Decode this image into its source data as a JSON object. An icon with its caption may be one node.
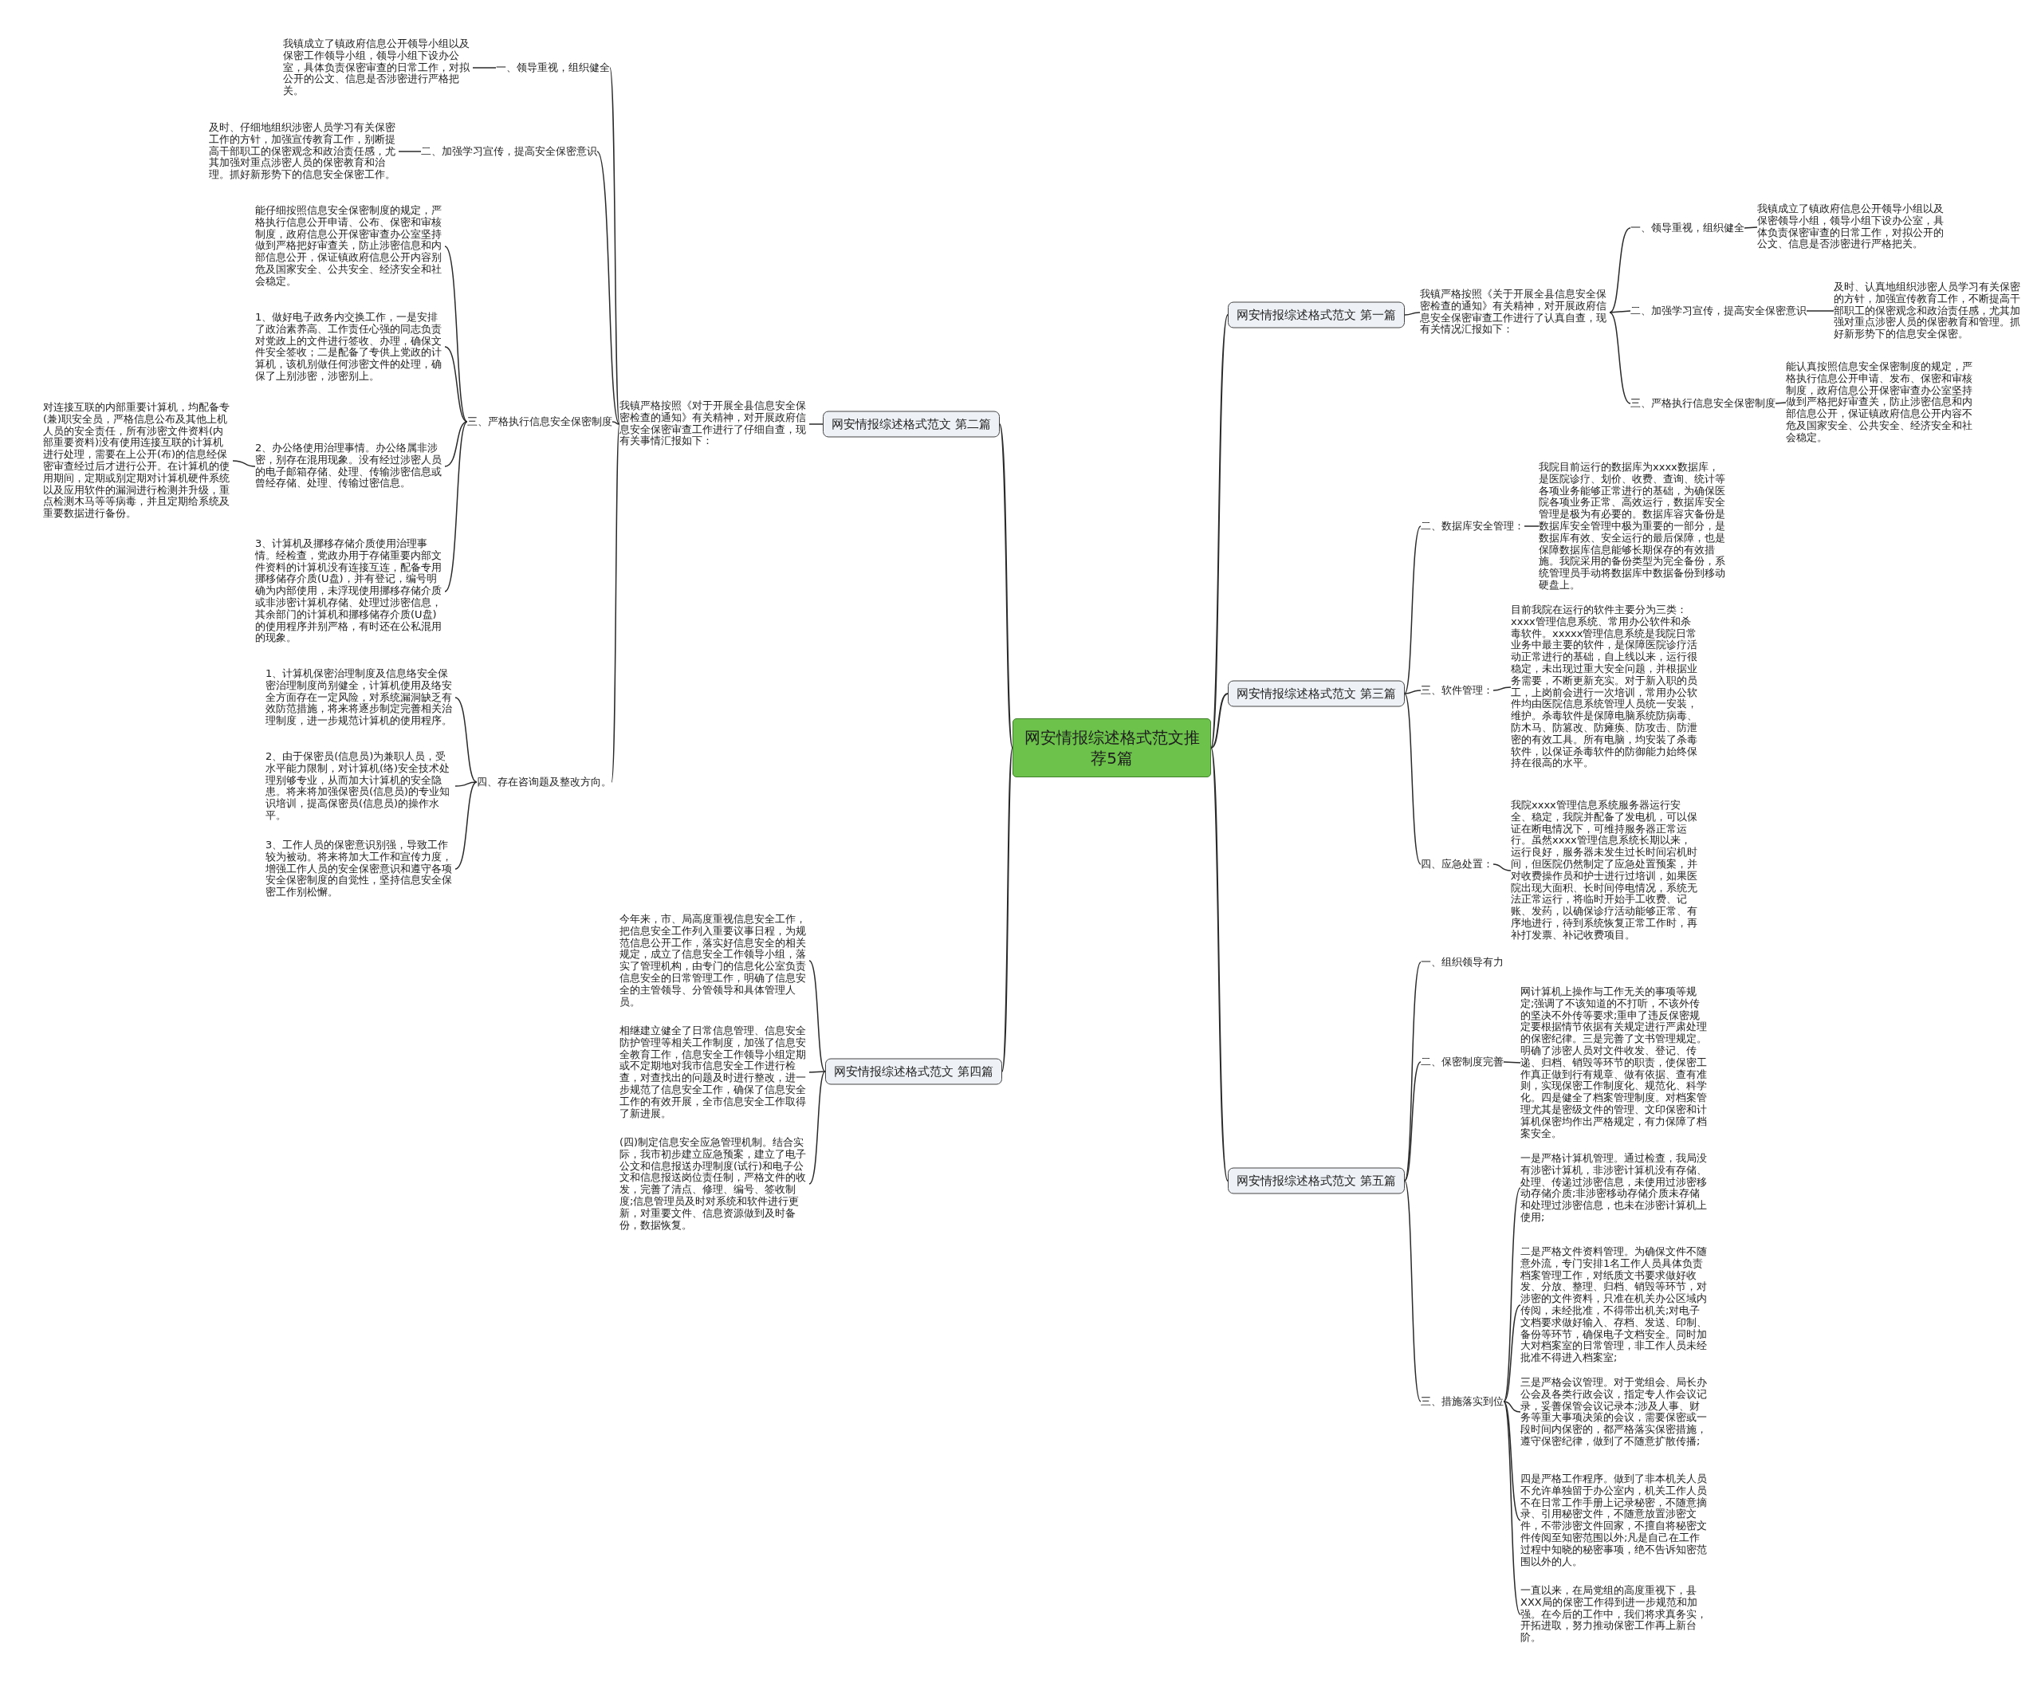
{
  "diagram": {
    "nodes": [
      {
        "text": [
          "网安情报综述格式范文推荐5篇"
        ]
      },
      {
        "text": [
          "网安情报综述格式范文 第一篇"
        ]
      },
      {
        "text": [
          "我镇严格按照《关于开展全县信息安全保密检查的通知》有关精神，对开展政府信息安全保密审查工作进行了认真自查，现有关情况汇报如下："
        ]
      },
      {
        "text": [
          "一、领导重视，组织健全"
        ]
      },
      {
        "text": [
          "我镇成立了镇政府信息公开领导小组以及保密领导小组，领导小组下设办公室，具体负责保密审查的日常工作，对拟公开的公文、信息是否涉密进行严格把关。"
        ]
      },
      {
        "text": [
          "二、加强学习宣传，提高安全保密意识"
        ]
      },
      {
        "text": [
          "及时、认真地组织涉密人员学习有关保密的方针，加强宣传教育工作，不断提高干部职工的保密观念和政治责任感，尤其加强对重点涉密人员的保密教育和管理。抓好新形势下的信息安全保密。"
        ]
      },
      {
        "text": [
          "三、严格执行信息安全保密制度"
        ]
      },
      {
        "text": [
          "能认真按照信息安全保密制度的规定，严格执行信息公开申请、发布、保密和审核制度，政府信息公开保密审查办公室坚持做到严格把好审查关，防止涉密信息和内部信息公开，保证镇政府信息公开内容不危及国家安全、公共安全、经济安全和社会稳定。"
        ]
      },
      {
        "text": [
          "网安情报综述格式范文 第二篇"
        ]
      },
      {
        "text": [
          "我镇严格按照《对于开展全县信息安全保密检查的通知》有关精神，对开展政府信息安全保密审查工作进行了仔细自查，现有关事情汇报如下："
        ]
      },
      {
        "text": [
          "一、领导重视，组织健全"
        ]
      },
      {
        "text": [
          "我镇成立了镇政府信息公开领导小组以及保密工作领导小组，领导小组下设办公室，具体负责保密审查的日常工作，对拟公开的公文、信息是否涉密进行严格把关。"
        ]
      },
      {
        "text": [
          "二、加强学习宣传，提高安全保密意识"
        ]
      },
      {
        "text": [
          "及时、仔细地组织涉密人员学习有关保密工作的方针，加强宣传教育工作，别断提高干部职工的保密观念和政治责任感，尤其加强对重点涉密人员的保密教育和治理。抓好新形势下的信息安全保密工作。"
        ]
      },
      {
        "text": [
          "三、严格执行信息安全保密制度"
        ]
      },
      {
        "text": [
          "能仔细按照信息安全保密制度的规定，严格执行信息公开申请、公布、保密和审核制度，政府信息公开保密审查办公室坚持做到严格把好审查关，防止涉密信息和内部信息公开，保证镇政府信息公开内容别危及国家安全、公共安全、经济安全和社会稳定。"
        ]
      },
      {
        "text": [
          "1、做好电子政务内交换工作，一是安排了政治素养高、工作责任心强的同志负责对党政上的文件进行签收、办理，确保文件安全签收；二是配备了专供上党政的计算机，该机别做任何涉密文件的处理，确保了上别涉密，涉密别上。"
        ]
      },
      {
        "text": [
          "2、办公络使用治理事情。办公络属非涉密，别存在混用现象。没有经过涉密人员的电子邮箱存储、处理、传输涉密信息或曾经存储、处理、传输过密信息。"
        ]
      },
      {
        "text": [
          "对连接互联的内部重要计算机，均配备专(兼)职安全员，严格信息公布及其他上机人员的安全责任，所有涉密文件资料(内部重要资料)没有使用连接互联的计算机进行处理，需要在上公开(布)的信息经保密审查经过后才进行公开。在计算机的使用期间，定期或别定期对计算机硬件系统以及应用软件的漏洞进行检测并升级，重点检测木马等等病毒，并且定期给系统及重要数据进行备份。"
        ]
      },
      {
        "text": [
          "3、计算机及挪移存储介质使用治理事情。经检查，党政办用于存储重要内部文件资料的计算机没有连接互连，配备专用挪移储存介质(U盘)，并有登记，编号明确为内部使用，未浮现使用挪移存储介质或非涉密计算机存储、处理过涉密信息，其余部门的计算机和挪移储存介质(U盘)的使用程序并别严格，有时还在公私混用的现象。"
        ]
      },
      {
        "text": [
          "四、存在咨询题及整改方向。"
        ]
      },
      {
        "text": [
          "1、计算机保密治理制度及信息络安全保密治理制度尚别健全，计算机使用及络安全方面存在一定风险，对系统漏洞缺乏有效防范措施，将来将逐步制定完善相关治理制度，进一步规范计算机的使用程序。"
        ]
      },
      {
        "text": [
          "2、由于保密员(信息员)为兼职人员，受水平能力限制，对计算机(络)安全技术处理别够专业，从而加大计算机的安全隐患。将来将加强保密员(信息员)的专业知识培训，提高保密员(信息员)的操作水平。"
        ]
      },
      {
        "text": [
          "3、工作人员的保密意识别强，导致工作较为被动。将来将加大工作和宣传力度，增强工作人员的安全保密意识和遵守各项安全保密制度的自觉性，坚持信息安全保密工作别松懈。"
        ]
      },
      {
        "text": [
          "网安情报综述格式范文 第三篇"
        ]
      },
      {
        "text": [
          "二、数据库安全管理："
        ]
      },
      {
        "text": [
          "我院目前运行的数据库为xxxx数据库，是医院诊疗、划价、收费、查询、统计等各项业务能够正常进行的基础，为确保医院各项业务正常、高效运行，数据库安全管理是极为有必要的。数据库容灾备份是数据库安全管理中极为重要的一部分，是数据库有效、安全运行的最后保障，也是保障数据库信息能够长期保存的有效措施。我院采用的备份类型为完全备份，系统管理员手动将数据库中数据备份到移动硬盘上。"
        ]
      },
      {
        "text": [
          "三、软件管理："
        ]
      },
      {
        "text": [
          "目前我院在运行的软件主要分为三类：xxxx管理信息系统、常用办公软件和杀毒软件。xxxxx管理信息系统是我院日常业务中最主要的软件，是保障医院诊疗活动正常进行的基础，自上线以来，运行很稳定，未出现过重大安全问题，并根据业务需要，不断更新充实。对于新入职的员工，上岗前会进行一次培训，常用办公软件均由医院信息系统管理人员统一安装，维护。杀毒软件是保障电脑系统防病毒、防木马、防篡改、防瘫痪、防攻击、防泄密的有效工具。所有电脑，均安装了杀毒软件，以保证杀毒软件的防御能力始终保持在很高的水平。"
        ]
      },
      {
        "text": [
          "四、应急处置："
        ]
      },
      {
        "text": [
          "我院xxxx管理信息系统服务器运行安全、稳定，我院并配备了发电机，可以保证在断电情况下，可维持服务器正常运行。虽然xxxx管理信息系统长期以来，运行良好，服务器未发生过长时间宕机时间，但医院仍然制定了应急处置预案，并对收费操作员和护士进行过培训，如果医院出现大面积、长时间停电情况，系统无法正常运行，将临时开始手工收费、记账、发药，以确保诊疗活动能够正常、有序地进行，待到系统恢复正常工作时，再补打发票、补记收费项目。"
        ]
      },
      {
        "text": [
          "网安情报综述格式范文 第四篇"
        ]
      },
      {
        "text": [
          "今年来，市、局高度重视信息安全工作，把信息安全工作列入重要议事日程，为规范信息公开工作，落实好信息安全的相关规定，成立了信息安全工作领导小组，落实了管理机构，由专门的信息化公室负责信息安全的日常管理工作，明确了信息安全的主管领导、分管领导和具体管理人员。"
        ]
      },
      {
        "text": [
          "相继建立健全了日常信息管理、信息安全防护管理等相关工作制度，加强了信息安全教育工作，信息安全工作领导小组定期或不定期地对我市信息安全工作进行检查，对查找出的问题及时进行整改，进一步规范了信息安全工作，确保了信息安全工作的有效开展，全市信息安全工作取得了新进展。"
        ]
      },
      {
        "text": [
          "(四)制定信息安全应急管理机制。结合实际，我市初步建立应急预案，建立了电子公文和信息报送办理制度(试行)和电子公文和信息报送岗位责任制，严格文件的收发，完善了清点、修理、编号、签收制度;信息管理员及时对系统和软件进行更新，对重要文件、信息资源做到及时备份，数据恢复。"
        ]
      },
      {
        "text": [
          "网安情报综述格式范文 第五篇"
        ]
      },
      {
        "text": [
          "一、组织领导有力"
        ]
      },
      {
        "text": [
          "二、保密制度完善"
        ]
      },
      {
        "text": [
          "网计算机上操作与工作无关的事项等规定;强调了不该知道的不打听，不该外传的坚决不外传等要求;重申了违反保密规定要根据情节依据有关规定进行严肃处理的保密纪律。三是完善了文书管理规定。明确了涉密人员对文件收发、登记、传递、归档、销毁等环节的职责，使保密工作真正做到行有规章、做有依据、查有准则，实现保密工作制度化、规范化、科学化。四是健全了档案管理制度。对档案管理尤其是密级文件的管理、文印保密和计算机保密均作出严格规定，有力保障了档案安全。"
        ]
      },
      {
        "text": [
          "三、措施落实到位"
        ]
      },
      {
        "text": [
          "一是严格计算机管理。通过检查，我局没有涉密计算机，非涉密计算机没有存储、处理、传递过涉密信息，未使用过涉密移动存储介质;非涉密移动存储介质未存储和处理过涉密信息，也未在涉密计算机上使用;"
        ]
      },
      {
        "text": [
          "二是严格文件资料管理。为确保文件不随意外流，专门安排1名工作人员具体负责档案管理工作，对纸质文书要求做好收发、分放、整理、归档、销毁等环节，对涉密的文件资料，只准在机关办公区域内传阅，未经批准，不得带出机关;对电子文档要求做好输入、存档、发送、印制、备份等环节，确保电子文档安全。同时加大对档案室的日常管理，非工作人员未经批准不得进入档案室;"
        ]
      },
      {
        "text": [
          "三是严格会议管理。对于党组会、局长办公会及各类行政会议，指定专人作会议记录，妥善保管会议记录本;涉及人事、财务等重大事项决策的会议，需要保密或一段时间内保密的，都严格落实保密措施，遵守保密纪律，做到了不随意扩散传播;"
        ]
      },
      {
        "text": [
          "四是严格工作程序。做到了非本机关人员不允许单独留于办公室内，机关工作人员不在日常工作手册上记录秘密，不随意摘录、引用秘密文件，不随意放置涉密文件，不带涉密文件回家，不擅自将秘密文件传阅至知密范围以外;凡是自己在工作过程中知晓的秘密事项，绝不告诉知密范围以外的人。"
        ]
      },
      {
        "text": [
          "一直以来，在局党组的高度重视下，县XXX局的保密工作得到进一步规范和加强。在今后的工作中，我们将求真务实，开拓进取，努力推动保密工作再上新台阶。"
        ]
      }
    ],
    "edges": [
      {
        "from": 0,
        "to": 1,
        "arrow": "none"
      },
      {
        "from": 1,
        "to": 2,
        "arrow": "none"
      },
      {
        "from": 2,
        "to": 3,
        "arrow": "none"
      },
      {
        "from": 3,
        "to": 4,
        "arrow": "none"
      },
      {
        "from": 2,
        "to": 5,
        "arrow": "none"
      },
      {
        "from": 5,
        "to": 6,
        "arrow": "none"
      },
      {
        "from": 2,
        "to": 7,
        "arrow": "none"
      },
      {
        "from": 7,
        "to": 8,
        "arrow": "none"
      },
      {
        "from": 0,
        "to": 9,
        "arrow": "none"
      },
      {
        "from": 9,
        "to": 10,
        "arrow": "none"
      },
      {
        "from": 10,
        "to": 11,
        "arrow": "none"
      },
      {
        "from": 11,
        "to": 12,
        "arrow": "none"
      },
      {
        "from": 10,
        "to": 13,
        "arrow": "none"
      },
      {
        "from": 13,
        "to": 14,
        "arrow": "none"
      },
      {
        "from": 10,
        "to": 15,
        "arrow": "none"
      },
      {
        "from": 15,
        "to": 16,
        "arrow": "none"
      },
      {
        "from": 15,
        "to": 17,
        "arrow": "none"
      },
      {
        "from": 15,
        "to": 18,
        "arrow": "none"
      },
      {
        "from": 18,
        "to": 19,
        "arrow": "none"
      },
      {
        "from": 15,
        "to": 20,
        "arrow": "none"
      },
      {
        "from": 10,
        "to": 21,
        "arrow": "none"
      },
      {
        "from": 21,
        "to": 22,
        "arrow": "none"
      },
      {
        "from": 21,
        "to": 23,
        "arrow": "none"
      },
      {
        "from": 21,
        "to": 24,
        "arrow": "none"
      },
      {
        "from": 0,
        "to": 25,
        "arrow": "none"
      },
      {
        "from": 25,
        "to": 26,
        "arrow": "none"
      },
      {
        "from": 26,
        "to": 27,
        "arrow": "none"
      },
      {
        "from": 25,
        "to": 28,
        "arrow": "none"
      },
      {
        "from": 28,
        "to": 29,
        "arrow": "none"
      },
      {
        "from": 25,
        "to": 30,
        "arrow": "none"
      },
      {
        "from": 30,
        "to": 31,
        "arrow": "none"
      },
      {
        "from": 0,
        "to": 32,
        "arrow": "none"
      },
      {
        "from": 32,
        "to": 33,
        "arrow": "none"
      },
      {
        "from": 32,
        "to": 34,
        "arrow": "none"
      },
      {
        "from": 32,
        "to": 35,
        "arrow": "none"
      },
      {
        "from": 0,
        "to": 36,
        "arrow": "none"
      },
      {
        "from": 36,
        "to": 37,
        "arrow": "none"
      },
      {
        "from": 36,
        "to": 38,
        "arrow": "none"
      },
      {
        "from": 38,
        "to": 39,
        "arrow": "none"
      },
      {
        "from": 36,
        "to": 40,
        "arrow": "none"
      },
      {
        "from": 40,
        "to": 41,
        "arrow": "none"
      },
      {
        "from": 40,
        "to": 42,
        "arrow": "none"
      },
      {
        "from": 40,
        "to": 43,
        "arrow": "none"
      },
      {
        "from": 40,
        "to": 44,
        "arrow": "none"
      },
      {
        "from": 40,
        "to": 45,
        "arrow": "none"
      }
    ]
  }
}
